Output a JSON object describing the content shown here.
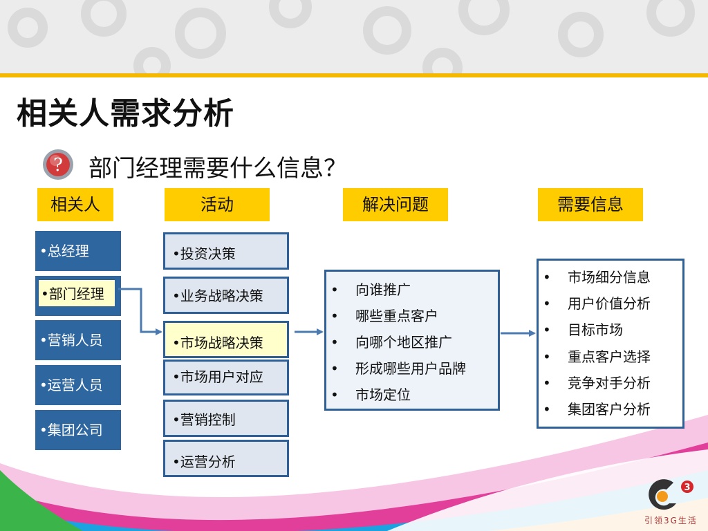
{
  "title": "相关人需求分析",
  "subtitle": "部门经理需要什么信息？",
  "headers": {
    "stakeholders": "相关人",
    "activities": "活动",
    "problems": "解决问题",
    "info": "需要信息"
  },
  "stakeholders": [
    "•总经理",
    "•部门经理",
    "•营销人员",
    "•运营人员",
    "•集团公司"
  ],
  "activities": [
    "•投资决策",
    "•业务战略决策",
    "•市场战略决策",
    "•市场用户对应",
    "•营销控制",
    "•运营分析"
  ],
  "problems": [
    "向谁推广",
    "哪些重点客户",
    "向哪个地区推广",
    "形成哪些用户品牌",
    "市场定位"
  ],
  "info": [
    "市场细分信息",
    "用户价值分析",
    "目标市场",
    "重点客户选择",
    "竞争对手分析",
    "集团客户分析"
  ],
  "bullet": "•",
  "logo": {
    "slogan": "引领3G生活",
    "mark": "G3"
  },
  "colors": {
    "header_bg": "#ffcc00",
    "box_blue": "#2e66a0",
    "border_blue": "#2e5f96",
    "highlight": "#ffffcc",
    "accent_gold": "#f5b800"
  }
}
